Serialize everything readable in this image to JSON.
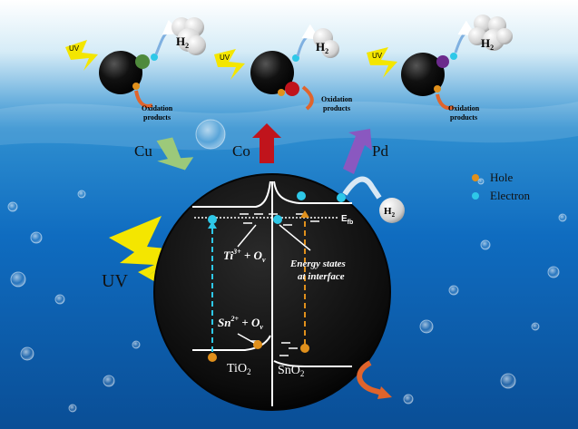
{
  "top_panels": [
    {
      "uv": "UV",
      "h2": "H",
      "h2_sub": "2",
      "ox1": "Oxidation",
      "ox2": "products",
      "cocat_color": "#4f8a3c"
    },
    {
      "uv": "UV",
      "h2": "H",
      "h2_sub": "2",
      "ox1": "Oxidation",
      "ox2": "products",
      "cocat_color": "#c0141c"
    },
    {
      "uv": "UV",
      "h2": "H",
      "h2_sub": "2",
      "ox1": "Oxidation",
      "ox2": "products",
      "cocat_color": "#6b2a8c"
    }
  ],
  "metals": [
    {
      "label": "Cu",
      "color": "#9cc97a"
    },
    {
      "label": "Co",
      "color": "#c0141c"
    },
    {
      "label": "Pd",
      "color": "#8a58c0"
    }
  ],
  "legend": {
    "hole": "Hole",
    "electron": "Electron",
    "hole_color": "#e0901c",
    "electron_color": "#2ec8e8"
  },
  "main": {
    "uv": "UV",
    "h2": "H",
    "h2_sub": "2",
    "efb": "E",
    "efb_sub": "fb",
    "ti3": "Ti",
    "ti3_sup": "3+",
    "ti3_rest": " + O",
    "ti3_v": "v",
    "sn2": "Sn",
    "sn2_sup": "2+",
    "sn2_rest": " + O",
    "sn2_v": "v",
    "energy1": "Energy states",
    "energy2": "at interface",
    "tio2": "TiO",
    "tio2_sub": "2",
    "sno2": "SnO",
    "sno2_sub": "2"
  }
}
